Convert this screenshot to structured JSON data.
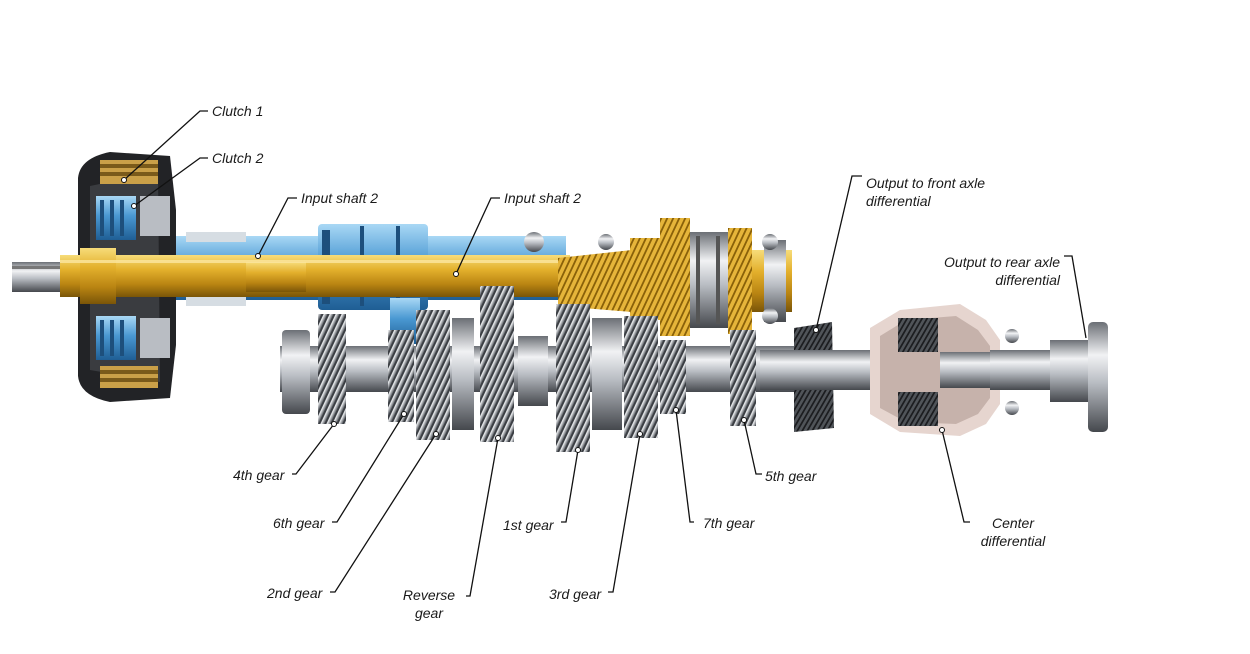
{
  "diagram": {
    "title": "Dual-clutch transmission cutaway",
    "labels": {
      "clutch1": "Clutch 1",
      "clutch2": "Clutch 2",
      "input_shaft_2_left": "Input shaft 2",
      "input_shaft_2_right": "Input shaft 2",
      "output_front_line1": "Output to front axle",
      "output_front_line2": "differential",
      "output_rear_line1": "Output to rear axle",
      "output_rear_line2": "differential",
      "gear_4th": "4th gear",
      "gear_6th": "6th gear",
      "gear_2nd": "2nd gear",
      "reverse_line1": "Reverse",
      "reverse_line2": "gear",
      "gear_1st": "1st gear",
      "gear_3rd": "3rd gear",
      "gear_7th": "7th gear",
      "gear_5th": "5th gear",
      "center_line1": "Center",
      "center_line2": "differential"
    },
    "colors": {
      "gold": "#d9a21c",
      "gold_light": "#f3cc55",
      "blue": "#3d87c4",
      "blue_light": "#7fc0ea",
      "steel_dark": "#4a4d52",
      "steel_light": "#e4e6e9",
      "housing": "#2b2b2e",
      "leader": "#111111"
    }
  }
}
